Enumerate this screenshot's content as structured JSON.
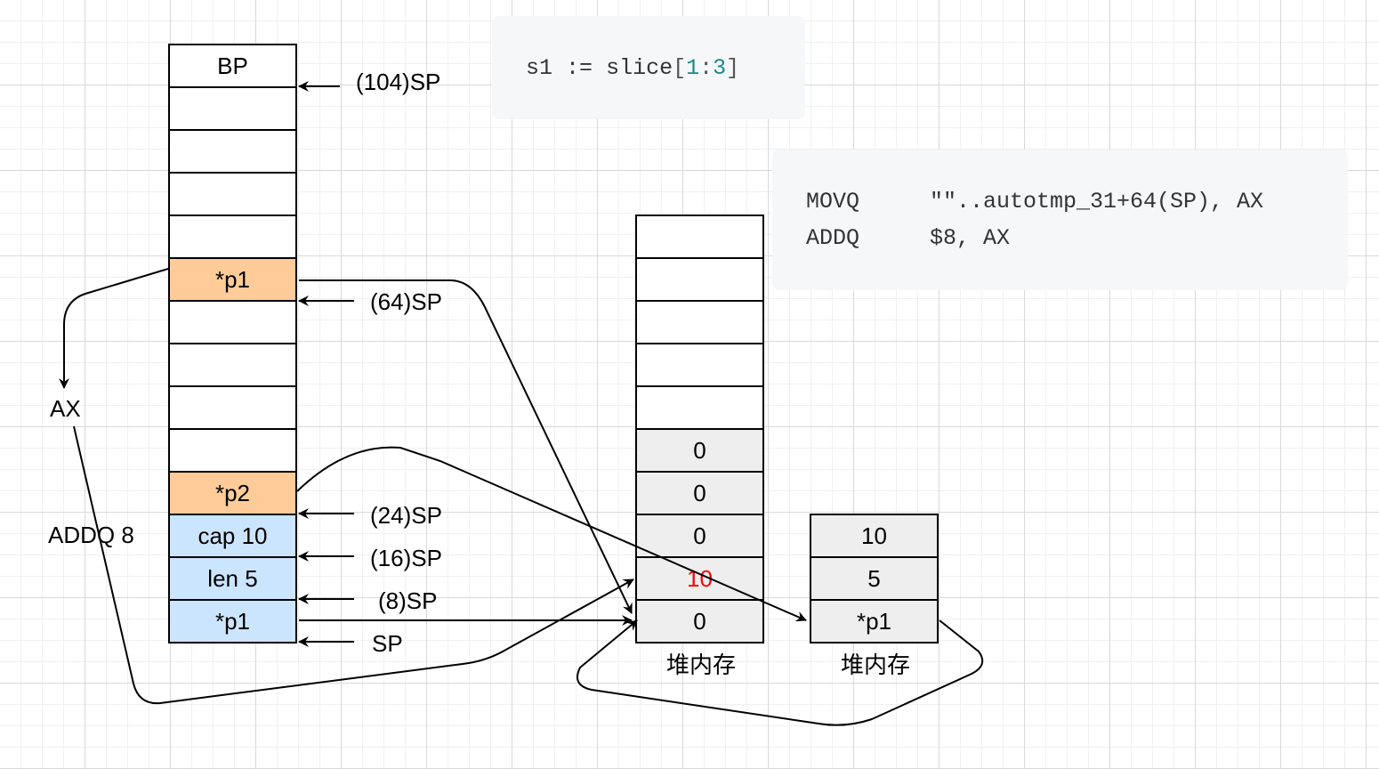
{
  "stack": {
    "cells": [
      {
        "text": "BP",
        "fill": "white"
      },
      {
        "text": "",
        "fill": "white"
      },
      {
        "text": "",
        "fill": "white"
      },
      {
        "text": "",
        "fill": "white"
      },
      {
        "text": "",
        "fill": "white"
      },
      {
        "text": "*p1",
        "fill": "orange"
      },
      {
        "text": "",
        "fill": "white"
      },
      {
        "text": "",
        "fill": "white"
      },
      {
        "text": "",
        "fill": "white"
      },
      {
        "text": "",
        "fill": "white"
      },
      {
        "text": "*p2",
        "fill": "orange"
      },
      {
        "text": "cap 10",
        "fill": "blue"
      },
      {
        "text": "len 5",
        "fill": "blue"
      },
      {
        "text": "*p1",
        "fill": "blue"
      }
    ],
    "pointer_labels": [
      "(104)SP",
      "(64)SP",
      "(24)SP",
      "(16)SP",
      "(8)SP",
      "SP"
    ]
  },
  "register": {
    "name": "AX",
    "op_label": "ADDQ 8"
  },
  "heap1": {
    "cells": [
      {
        "text": "",
        "fill": "white"
      },
      {
        "text": "",
        "fill": "white"
      },
      {
        "text": "",
        "fill": "white"
      },
      {
        "text": "",
        "fill": "white"
      },
      {
        "text": "",
        "fill": "white"
      },
      {
        "text": "0",
        "fill": "gray"
      },
      {
        "text": "0",
        "fill": "gray"
      },
      {
        "text": "0",
        "fill": "gray"
      },
      {
        "text": "10",
        "fill": "gray",
        "red": true
      },
      {
        "text": "0",
        "fill": "gray"
      }
    ],
    "caption": "堆内存"
  },
  "heap2": {
    "cells": [
      {
        "text": "10",
        "fill": "gray"
      },
      {
        "text": "5",
        "fill": "gray"
      },
      {
        "text": "*p1",
        "fill": "gray"
      }
    ],
    "caption": "堆内存"
  },
  "code1": {
    "ident": "s1",
    "op": ":=",
    "func": "slice",
    "open": "[",
    "lo": "1",
    "colon": ":",
    "hi": "3",
    "close": "]"
  },
  "code2": {
    "lines": [
      {
        "op": "MOVQ",
        "args": "\"\"..autotmp_31+64(SP), AX"
      },
      {
        "op": "ADDQ",
        "args": "$8, AX"
      }
    ]
  },
  "colors": {
    "orange": "#ffcc99",
    "blue": "#cce5ff",
    "gray": "#eeeeee",
    "red_text": "#ff0000",
    "code_bg": "#f5f7f9",
    "code_num": "#1a8a8a"
  }
}
